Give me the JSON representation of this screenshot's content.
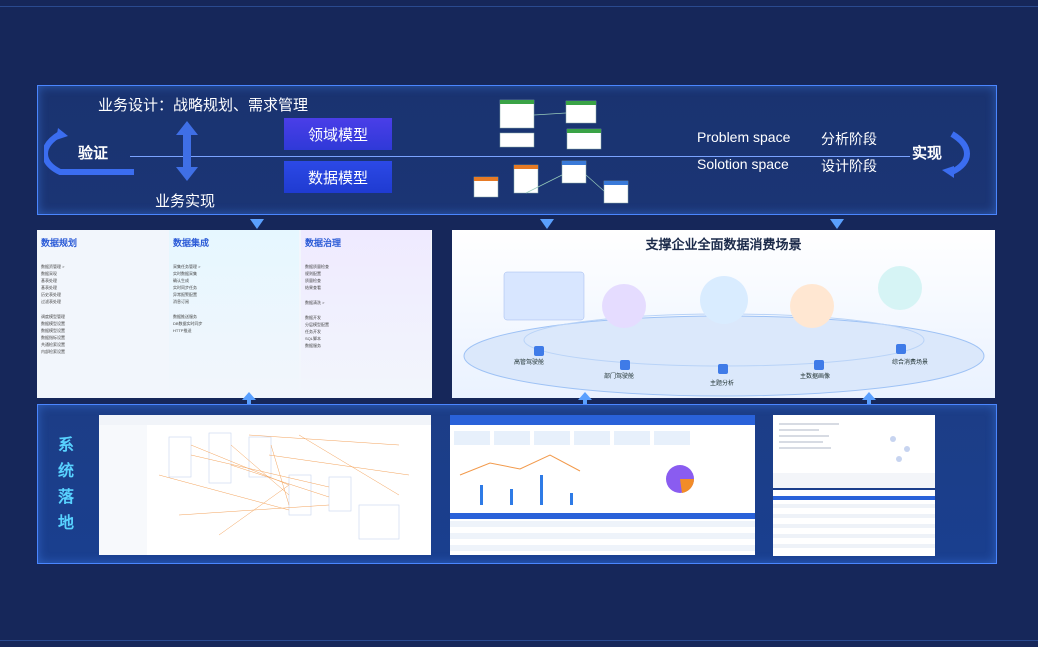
{
  "top": {
    "business_design": "业务设计：战略规划、需求管理",
    "business_impl": "业务实现",
    "verify": "验证",
    "realize": "实现",
    "domain_model": "领域模型",
    "data_model": "数据模型",
    "problem_space": "Problem space",
    "solution_space": "Solotion space",
    "analysis_stage": "分析阶段",
    "design_stage": "设计阶段"
  },
  "mid_left": {
    "columns": [
      {
        "title": "数据规划",
        "items": [
          "数据资管理 >",
          "数据采现",
          "基表处理",
          "基表处理",
          "历史表处理",
          "过滤表处理",
          "调度模型管理",
          "数据模型设置",
          "数据模型设置",
          "数据指标设置",
          "共通检索设置",
          "内部检索设置"
        ]
      },
      {
        "title": "数据集成",
        "items": [
          "采集任务管理 >",
          "实时数据采集",
          "确认生成",
          "实时同步任务",
          "异常报警配置",
          "消息订阅",
          "数据推送服务",
          "DB数据实时同步",
          "HTTP推送"
        ]
      },
      {
        "title": "数据治理",
        "items": [
          "数据质量检查",
          "规则配置",
          "质量检查",
          "结果查看",
          "数据清洗 >",
          "数据开发",
          "分层模型配置",
          "任务开发",
          "SQL脚本",
          "数据服务"
        ]
      }
    ]
  },
  "mid_right": {
    "title": "支撑企业全面数据消费场景",
    "scenes": [
      "高管驾驶舱",
      "部门驾驶舱",
      "主题分析",
      "主数据画像",
      "综合消费场景"
    ]
  },
  "bottom": {
    "label": "系统落地"
  },
  "colors": {
    "accent": "#4a86ff",
    "bg": "#16275a",
    "model": "#2c49e6",
    "label": "#58d2ff"
  }
}
